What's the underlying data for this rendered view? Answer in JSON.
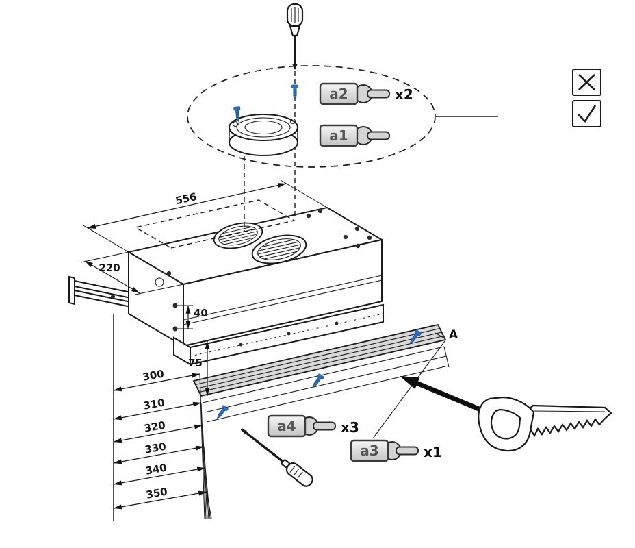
{
  "diagram_title": "cooker-hood-installation-step",
  "callouts": {
    "a1": {
      "label": "a1",
      "count": ""
    },
    "a2": {
      "label": "a2",
      "count": "x2"
    },
    "a3": {
      "label": "a3",
      "count": "x1"
    },
    "a4": {
      "label": "a4",
      "count": "x3"
    }
  },
  "dims": {
    "width": "556",
    "side_depth": "220",
    "screw_spacing": "40",
    "visor_height": "75",
    "pullout_depths": [
      "300",
      "310",
      "320",
      "330",
      "340",
      "350"
    ],
    "section_label": "A"
  },
  "legend": {
    "wrong_icon": "cross-icon",
    "correct_icon": "check-icon"
  },
  "icons": [
    "screwdriver-icon",
    "wrench-icon",
    "saw-icon",
    "screw-icon",
    "cross-icon",
    "check-icon"
  ],
  "colors": {
    "screw_blue": "#3273c4",
    "panel_gray": "#d9d9d9",
    "line": "#1a1a1a"
  }
}
